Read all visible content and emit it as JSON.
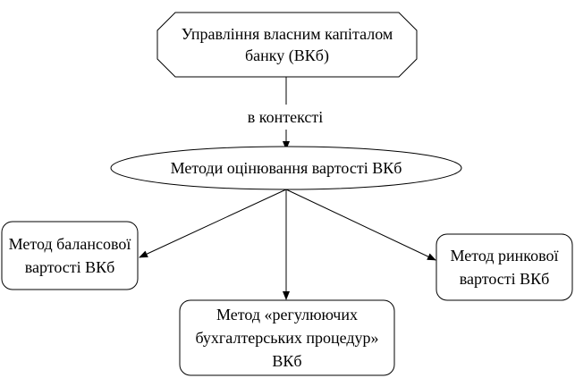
{
  "diagram": {
    "top_node": "Управління власним капіталом\nбанку (ВКб)",
    "edge_label": "в контексті",
    "center_node": "Методи оцінювання вартості ВКб",
    "methods": {
      "balance": "Метод балансової\nвартості ВКб",
      "regulating": "Метод «регулюючих\nбухгалтерських процедур»\nВКб",
      "market": "Метод ринкової\nвартості ВКб"
    }
  }
}
